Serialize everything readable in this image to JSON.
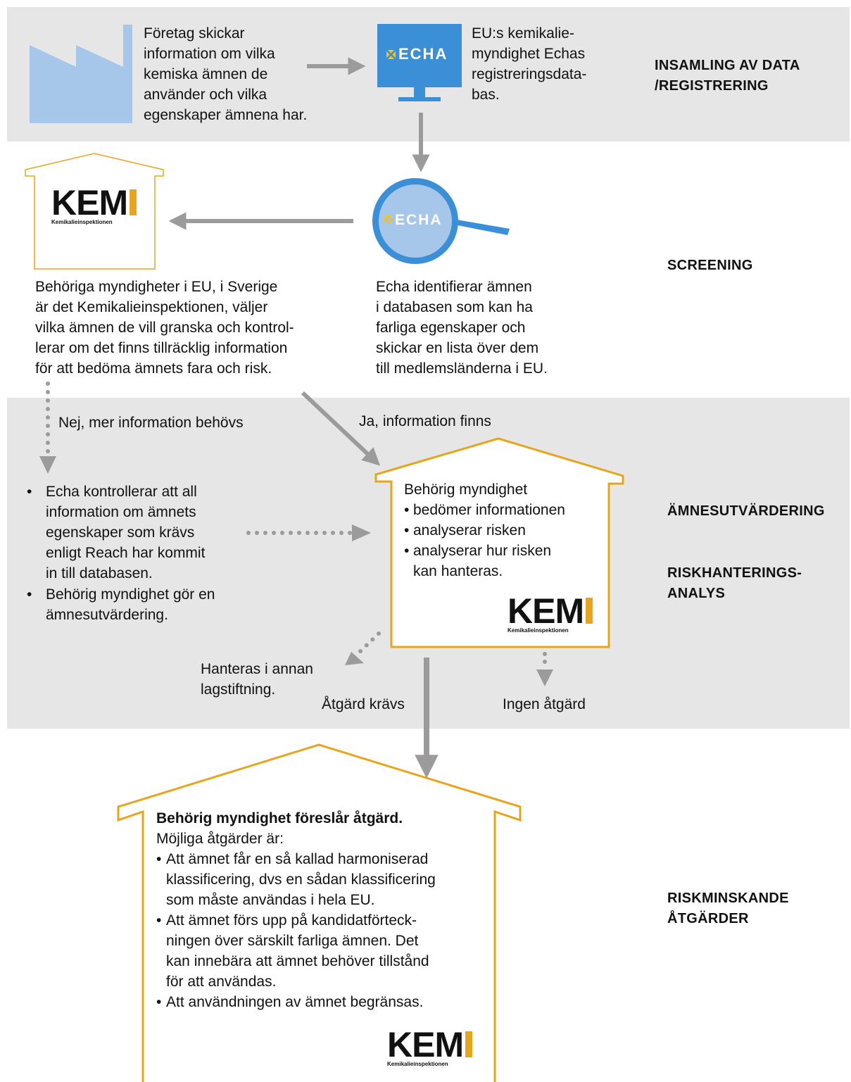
{
  "colors": {
    "band": "#e6e6e6",
    "orange": "#e7a51d",
    "blue": "#3b8fd6",
    "lightblue": "#a7c7ea",
    "arrow": "#9b9b9b"
  },
  "stages": {
    "s1": "INSAMLING AV DATA\n/REGISTRERING",
    "s2": "SCREENING",
    "s3": "ÄMNESUTVÄRDERING",
    "s4": "RISKHANTERINGS-\nANALYS",
    "s5": "RISKMINSKANDE\nÅTGÄRDER"
  },
  "company_text": "Företag skickar\ninformation om vilka\nkemiska ämnen de\nanvänder och vilka\negenskaper ämnena har.",
  "echa_db_text": "EU:s kemikalie-\nmyndighet Echas\nregistreringsdata-\nbas.",
  "echa_logo": "ECHA",
  "kemi_logo": {
    "word": "KEM",
    "sub": "Kemikalieinspektionen"
  },
  "authorities_text": "Behöriga myndigheter i EU, i Sverige\när det Kemikalieinspektionen, väljer\nvilka ämnen de vill granska och kontrol-\nlerar om det finns tillräcklig information\nför att bedöma ämnets fara och risk.",
  "echa_screen_text": "Echa identifierar ämnen\ni databasen som kan ha\nfarliga egenskaper och\nskickar en lista över dem\ntill medlemsländerna i EU.",
  "label_no": "Nej, mer information behövs",
  "label_yes": "Ja, information finns",
  "bullets_left": [
    "Echa kontrollerar att all\ninformation om ämnets\negenskaper som krävs\nenligt Reach har kommit\nin till databasen.",
    "Behörig myndighet gör en\nämnesutvärdering."
  ],
  "evaluation": {
    "title": "Behörig myndighet",
    "items": [
      "bedömer informationen",
      "analyserar risken",
      "analyserar hur risken\nkan hanteras."
    ]
  },
  "outcome_other": "Hanteras i annan\nlagstiftning.",
  "outcome_action": "Åtgärd krävs",
  "outcome_none": "Ingen åtgärd",
  "measures": {
    "title": "Behörig myndighet föreslår åtgärd.",
    "intro": "Möjliga åtgärder är:",
    "items": [
      "Att ämnet får en så kallad harmoniserad\nklassificering, dvs en sådan klassificering\nsom måste användas i hela EU.",
      "Att ämnet förs upp på kandidatförteck-\nningen över särskilt farliga ämnen. Det\nkan innebära att ämnet behöver tillstånd\nför att användas.",
      "Att användningen av ämnet begränsas."
    ]
  }
}
